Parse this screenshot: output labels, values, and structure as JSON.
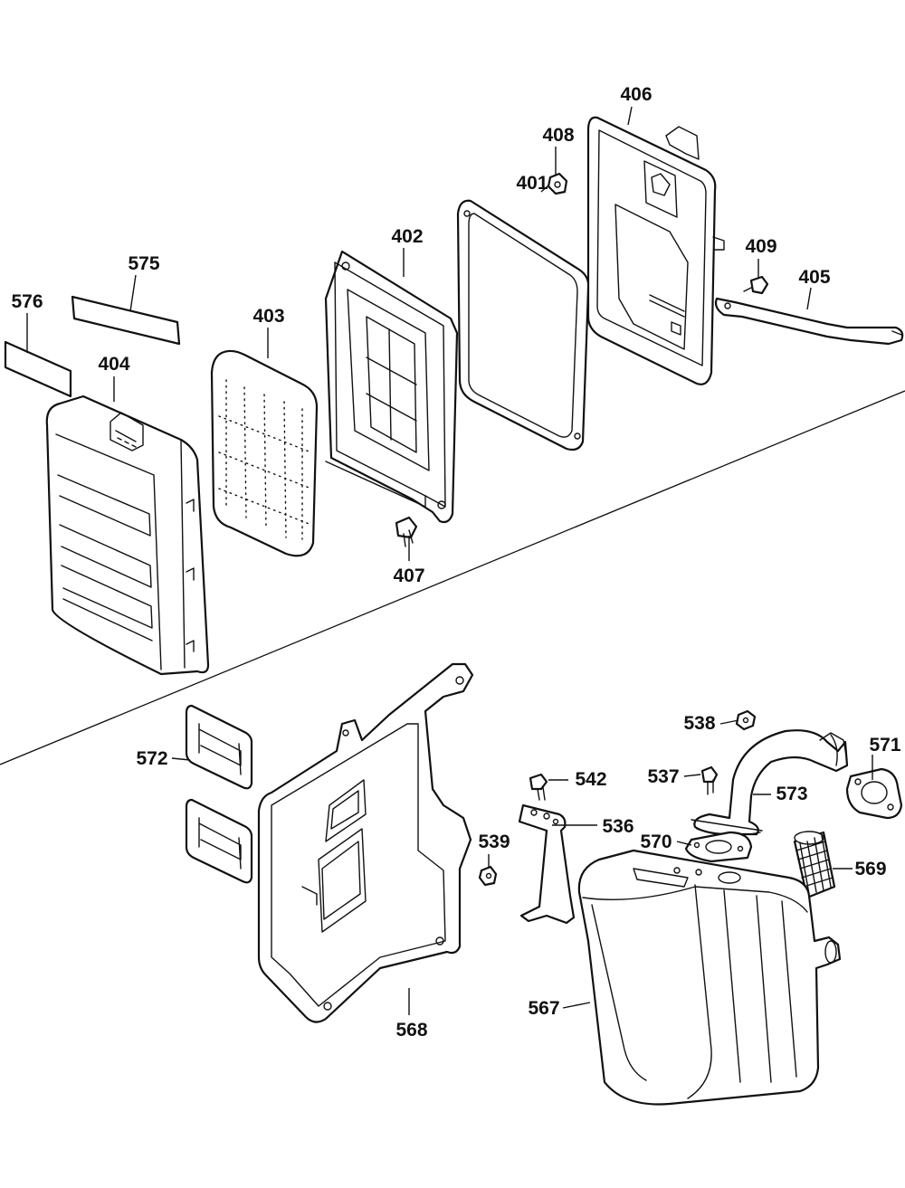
{
  "diagram": {
    "upper_parts": [
      {
        "id": "406",
        "label": "406"
      },
      {
        "id": "408",
        "label": "408"
      },
      {
        "id": "401",
        "label": "401"
      },
      {
        "id": "402",
        "label": "402"
      },
      {
        "id": "409",
        "label": "409"
      },
      {
        "id": "405",
        "label": "405"
      },
      {
        "id": "575",
        "label": "575"
      },
      {
        "id": "576",
        "label": "576"
      },
      {
        "id": "403",
        "label": "403"
      },
      {
        "id": "404",
        "label": "404"
      },
      {
        "id": "407",
        "label": "407"
      }
    ],
    "lower_parts": [
      {
        "id": "538",
        "label": "538"
      },
      {
        "id": "571",
        "label": "571"
      },
      {
        "id": "572",
        "label": "572"
      },
      {
        "id": "542",
        "label": "542"
      },
      {
        "id": "537",
        "label": "537"
      },
      {
        "id": "573",
        "label": "573"
      },
      {
        "id": "536",
        "label": "536"
      },
      {
        "id": "570",
        "label": "570"
      },
      {
        "id": "539",
        "label": "539"
      },
      {
        "id": "569",
        "label": "569"
      },
      {
        "id": "567",
        "label": "567"
      },
      {
        "id": "568",
        "label": "568"
      }
    ]
  },
  "colors": {
    "line": "#111111",
    "background": "#ffffff"
  }
}
